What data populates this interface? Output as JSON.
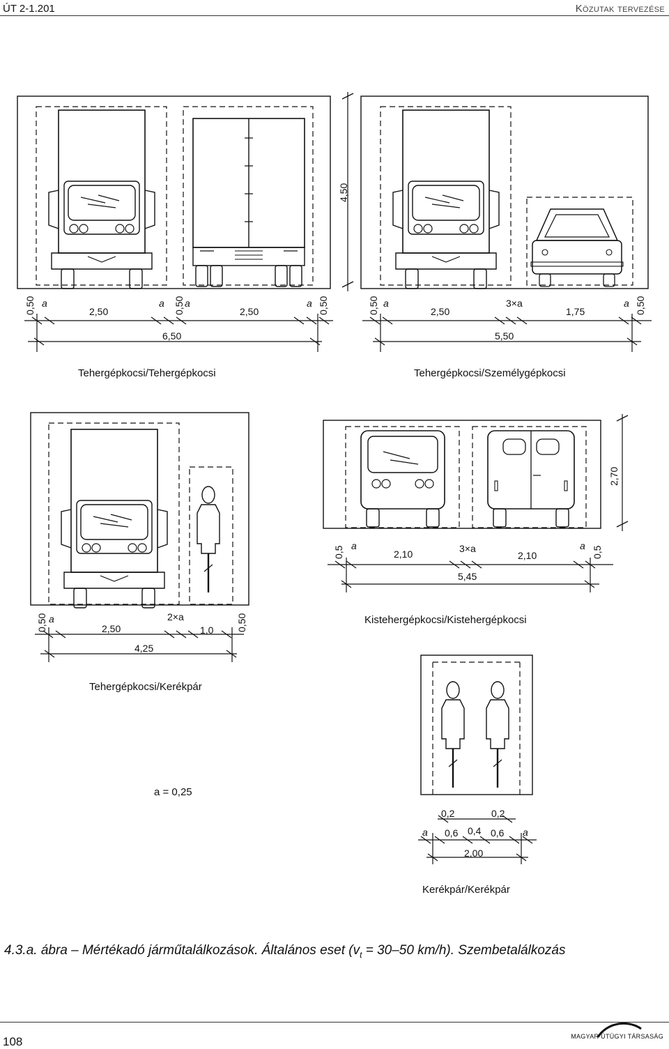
{
  "header": {
    "left": "ÚT 2-1.201",
    "right": "Közutak tervezése"
  },
  "panels": {
    "tt": {
      "caption": "Tehergépkocsi/Tehergépkocsi",
      "dims": [
        "0,50",
        "a",
        "2,50",
        "a",
        "0,50",
        "a",
        "2,50",
        "a",
        "0,50"
      ],
      "total": "6,50",
      "height": "4,50"
    },
    "ts": {
      "caption": "Tehergépkocsi/Személygépkocsi",
      "dims": [
        "0,50",
        "a",
        "2,50",
        "3×a",
        "1,75",
        "a",
        "0,50"
      ],
      "total": "5,50"
    },
    "tk": {
      "caption": "Tehergépkocsi/Kerékpár",
      "dims": [
        "0,50",
        "a",
        "2,50",
        "2×a",
        "1,0",
        "0,50"
      ],
      "total": "4,25"
    },
    "kk": {
      "caption": "Kistehergépkocsi/Kistehergépkocsi",
      "dims": [
        "0,5",
        "a",
        "2,10",
        "3×a",
        "2,10",
        "a",
        "0,5"
      ],
      "total": "5,45",
      "height": "2,70"
    },
    "bb": {
      "caption": "Kerékpár/Kerékpár",
      "dims_top": [
        "0,2",
        "0,2"
      ],
      "dims": [
        "a",
        "0,6",
        "0,4",
        "0,6",
        "a"
      ],
      "total": "2,00"
    }
  },
  "note": "a = 0,25",
  "figure_caption": {
    "prefix": "4.3.a. ábra – Mértékadó járműtalálkozások. Általános eset (v",
    "sub": "t",
    "suffix": " = 30–50 km/h). Szembetalálkozás"
  },
  "footer": {
    "page": "108",
    "publisher": "MAGYAR ÚTÜGYI TÁRSASÁG"
  }
}
